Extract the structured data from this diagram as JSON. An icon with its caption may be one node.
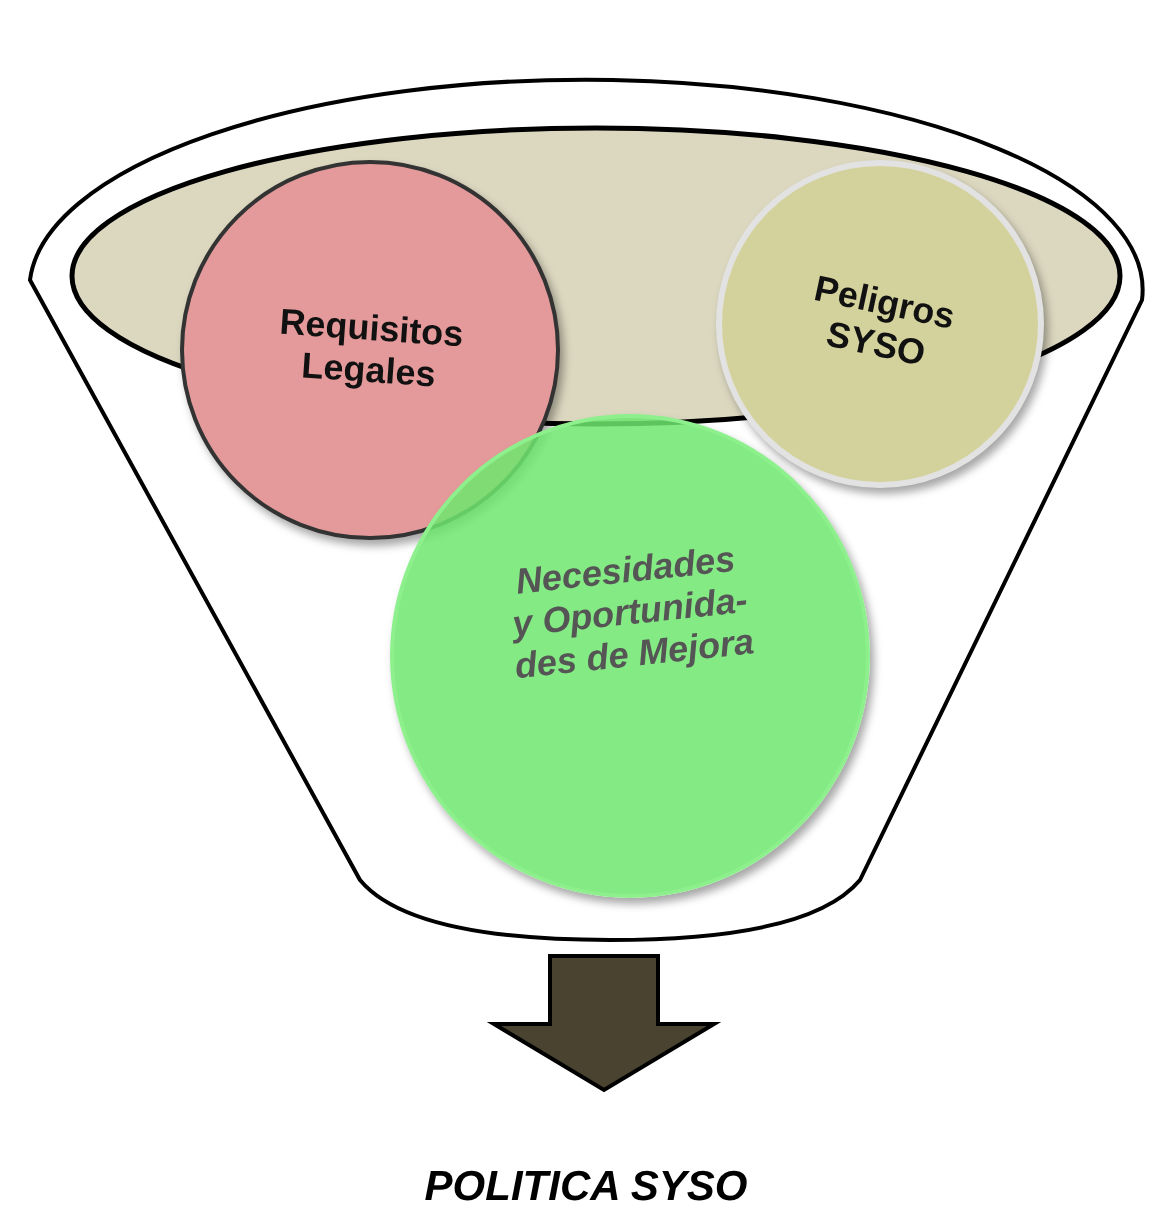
{
  "diagram": {
    "nodes": [
      {
        "text": [],
        "shape": "funnel"
      },
      {
        "text": [
          "Requisitos Legales"
        ],
        "in": 0
      },
      {
        "text": [
          "Peligros SYSO"
        ],
        "in": 0
      },
      {
        "text": [
          "Necesidades y Oportunida- des de Mejora"
        ],
        "in": 0
      },
      {
        "text": [
          "POLITICA SYSO"
        ]
      }
    ],
    "edges": [
      {
        "from": 0,
        "to": 4,
        "arrow": "to"
      }
    ]
  }
}
